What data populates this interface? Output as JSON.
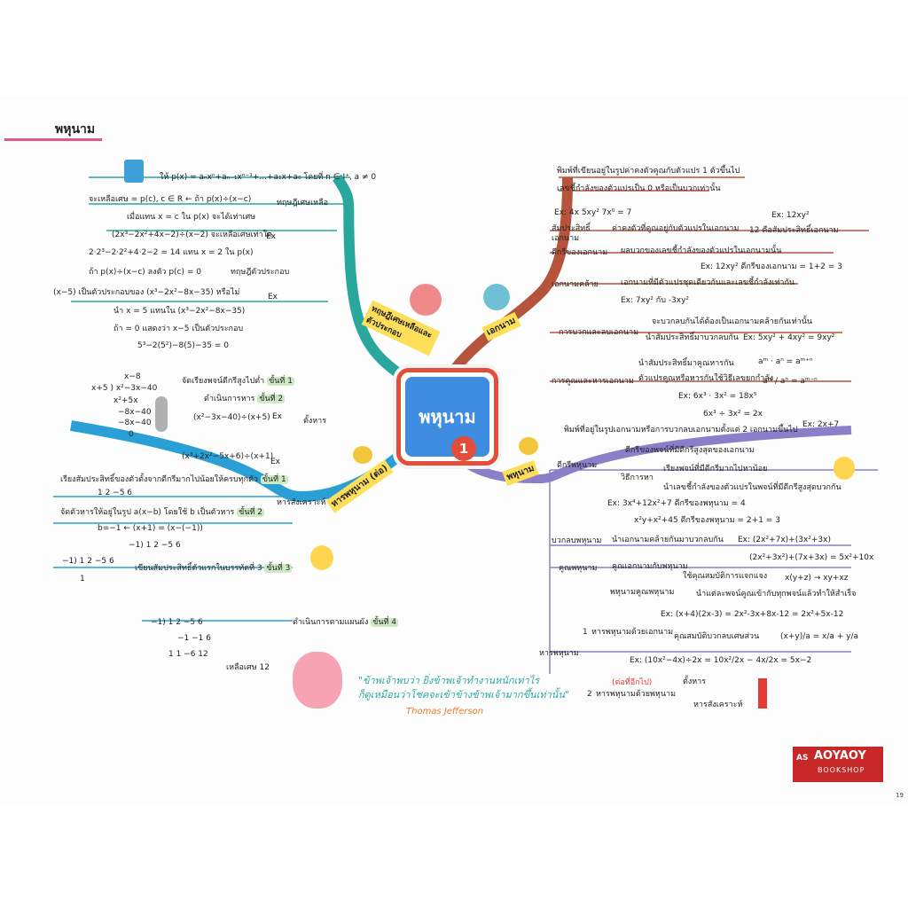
{
  "title": "พหุนาม",
  "center": {
    "label": "พหุนาม",
    "number": "1"
  },
  "branches": {
    "monomial": "เอกนาม",
    "polynomial": "พหุนาม",
    "remainder_theorem": "ทฤษฎีเศษเหลือและตัวประกอบ",
    "division_cont": "หารพหุนาม (ต่อ)"
  },
  "monomial": {
    "def": "พิมพ์ที่เขียนอยู่ในรูปค่าคงตัวคูณกับตัวแปร 1 ตัวขึ้นไป",
    "exp_rule": "เลขชี้กำลังของตัวแปรเป็น 0 หรือเป็นบวกเท่านั้น",
    "ex1": "Ex: 4x   5xy²   7x⁰ = 7",
    "coef_label": "สัมประสิทธิ์เอกนาม",
    "coef_def": "ค่าคงตัวที่คูณอยู่กับตัวแปรในเอกนาม",
    "coef_ex": "Ex: 12xy²",
    "coef_ex2": "12 คือสัมประสิทธิ์เอกนาม",
    "degree_label": "ดีกรีของเอกนาม",
    "degree_def": "ผลบวกของเลขชี้กำลังของตัวแปรในเอกนามนั้น",
    "degree_ex": "Ex: 12xy²  ดีกรีของเอกนาม = 1+2 = 3",
    "like_label": "เอกนามคล้าย",
    "like_def": "เอกนามที่มีตัวแปรชุดเดียวกันและเลขชี้กำลังเท่ากัน",
    "like_ex": "Ex: 7xy² กับ -3xy²",
    "addsub_label": "การบวกและลบเอกนาม",
    "addsub_def": "จะบวกลบกันได้ต้องเป็นเอกนามคล้ายกันเท่านั้น",
    "addsub_def2": "นำสัมประสิทธิ์มาบวกลบกัน",
    "addsub_ex": "Ex: 5xy² + 4xy² = 9xy²",
    "muldiv_label": "การคูณและหารเอกนาม",
    "muldiv_def": "นำสัมประสิทธิ์มาคูณหารกัน",
    "muldiv_def2": "ตัวแปรคูณหรือหารกันใช้วิธีเลขยกกำลัง",
    "muldiv_rule1": "aᵐ · aⁿ = aᵐ⁺ⁿ",
    "muldiv_rule2": "aᵐ / aⁿ = aᵐ⁻ⁿ",
    "muldiv_ex1": "Ex: 6x³ · 3x² = 18x⁵",
    "muldiv_ex2": "6x³ ÷ 3x² = 2x"
  },
  "polynomial": {
    "def": "พิมพ์ที่อยู่ในรูปเอกนามหรือการบวกลบเอกนามตั้งแต่ 2 เอกนามขึ้นไป",
    "def_ex": "Ex: 2x+7",
    "degree_label": "ดีกรีพหุนาม",
    "degree_def": "ดีกรีของพจน์ที่มีดีกรีสูงสุดของเอกนาม",
    "method_label": "วิธีการหา",
    "method1": "เรียงพจน์ที่มีดีกรีมากไปหาน้อย",
    "method2": "นำเลขชี้กำลังของตัวแปรในพจน์ที่มีดีกรีสูงสุดบวกกัน",
    "ex1": "Ex: 3x⁴+12x²+7   ดีกรีของพหุนาม = 4",
    "ex2": "x²y+x²+45   ดีกรีของพหุนาม = 2+1 = 3",
    "addsub_label": "บวกลบพหุนาม",
    "addsub_def": "นำเอกนามคล้ายกันมาบวกลบกัน",
    "addsub_ex1": "Ex: (2x²+7x)+(3x²+3x)",
    "addsub_ex2": "(2x²+3x²)+(7x+3x) = 5x²+10x",
    "mul_label": "คูณพหุนาม",
    "mul_def1": "คูณเอกนามกับพหุนาม",
    "mul_def1b": "ใช้คุณสมบัติการแจกแจง",
    "mul_def1_ex": "x(y+z) → xy+xz",
    "mul_def2": "พหุนามคูณพหุนาม",
    "mul_def2b": "นำแต่ละพจน์คูณเข้ากับทุกพจน์แล้วทำให้สำเร็จ",
    "mul_ex": "Ex: (x+4)(2x-3) = 2x²-3x+8x-12 = 2x²+5x-12",
    "div_label": "หารพหุนาม",
    "div1_num": "1",
    "div1": "หารพหุนามด้วยเอกนาม",
    "div1_def": "คุณสมบัติบวกลบเศษส่วน",
    "div1_rule": "(x+y)/a = x/a + y/a",
    "div1_ex": "Ex: (10x²−4x)÷2x = 10x²/2x − 4x/2x = 5x−2",
    "div2_num": "2",
    "div2": "หารพหุนามด้วยพหุนาม",
    "div2_note": "(ต่อที่อีกไป)",
    "div2_a": "ตั้งหาร",
    "div2_b": "หารสังเคราะห์"
  },
  "theorem": {
    "given": "ให้ p(x) = aₙxⁿ+aₙ₋₁xⁿ⁻¹+...+a₁x+a₀ โดยที่ n ∈ I⁺, a ≠ 0",
    "rem_label": "ทฤษฎีเศษเหลือ",
    "rem_def": "จะเหลือเศษ = p(c), c ∈ R ← ถ้า p(x)÷(x−c)",
    "rem_def2": "เมื่อแทน x = c ใน p(x) จะได้เท่าเศษ",
    "rem_ex1": "(2x³−2x²+4x−2)÷(x−2) จะเหลือเศษเท่าใด",
    "rem_ex_tag": "Ex",
    "rem_ex2": "2·2³−2·2²+4·2−2 = 14   แทน x = 2 ใน p(x)",
    "fac_label": "ทฤษฎีตัวประกอบ",
    "fac_def": "ถ้า p(x)÷(x−c) ลงตัว p(c) = 0",
    "fac_ex1": "(x−5) เป็นตัวประกอบของ (x³−2x²−8x−35) หรือไม่",
    "fac_ex_tag": "Ex",
    "fac_ex2": "นำ x = 5 แทนใน (x³−2x²−8x−35)",
    "fac_ex3": "ถ้า = 0 แสดงว่า x−5 เป็นตัวประกอบ",
    "fac_ex4": "5³−2(5²)−8(5)−35 = 0"
  },
  "division": {
    "long_num": "x−8",
    "long_div": "x+5 ) x²−3x−40",
    "long_l3": "x²+5x",
    "long_l4": "−8x−40",
    "long_l5": "−8x−40",
    "long_l6": "0",
    "ld_step1": "จัดเรียงพจน์ดีกรีสูงไปต่ำ",
    "ld_step2": "ดำเนินการหาร",
    "step1": "ขั้นที่ 1",
    "step2": "ขั้นที่ 2",
    "ld_ex": "(x²−3x−40)÷(x+5)",
    "ld_ex_tag": "Ex",
    "ld_label": "ตั้งหาร",
    "syn_label": "หารสังเคราะห์",
    "syn_ex": "(x³+2x²−5x+6)÷(x+1)",
    "syn_ex_tag": "Ex",
    "syn_s1": "เรียงสัมประสิทธิ์ของตัวตั้งจากดีกรีมากไปน้อยให้ครบทุกตัว",
    "syn_s1_row": "1  2  −5  6",
    "syn_s2": "จัดตัวหารให้อยู่ในรูป a(x−b) โดยใช้ b เป็นตัวหาร",
    "syn_s2_ex": "b=−1 ← (x+1) = (x−(−1))",
    "syn_s2_row": "−1) 1  2  −5  6",
    "step3": "ขั้นที่ 3",
    "syn_s3_row": "−1) 1  2  −5  6",
    "syn_s3": "เขียนสัมประสิทธิ์ตัวแรกในบรรทัดที่ 3",
    "syn_s3_one": "1",
    "step4": "ขั้นที่ 4",
    "syn_s4": "ดำเนินการตามแผนผัง",
    "syn_s4_r1": "−1)  1   2   −5   6",
    "syn_s4_r2": "−1   −1   6",
    "syn_s4_r3": "1   1   −6   12",
    "syn_rem": "เหลือเศษ 12"
  },
  "quote": {
    "line1": "\"ข้าพเจ้าพบว่า ยิ่งข้าพเจ้าทำงานหนักเท่าไร",
    "line2": "ก็ดูเหมือนว่าโชคจะเข้าข้างข้าพเจ้ามากขึ้นเท่านั้น\"",
    "author": "Thomas Jefferson"
  },
  "logo": {
    "as": "AS",
    "name": "AOYAOY",
    "sub": "BOOKSHOP"
  },
  "page_number": "19",
  "colors": {
    "monomial": "#b5533c",
    "polynomial": "#8a7fc8",
    "theorem": "#2aa79c",
    "division": "#2a9fd6",
    "center_border": "#e44d3a",
    "center_fill": "#3f8de0"
  }
}
